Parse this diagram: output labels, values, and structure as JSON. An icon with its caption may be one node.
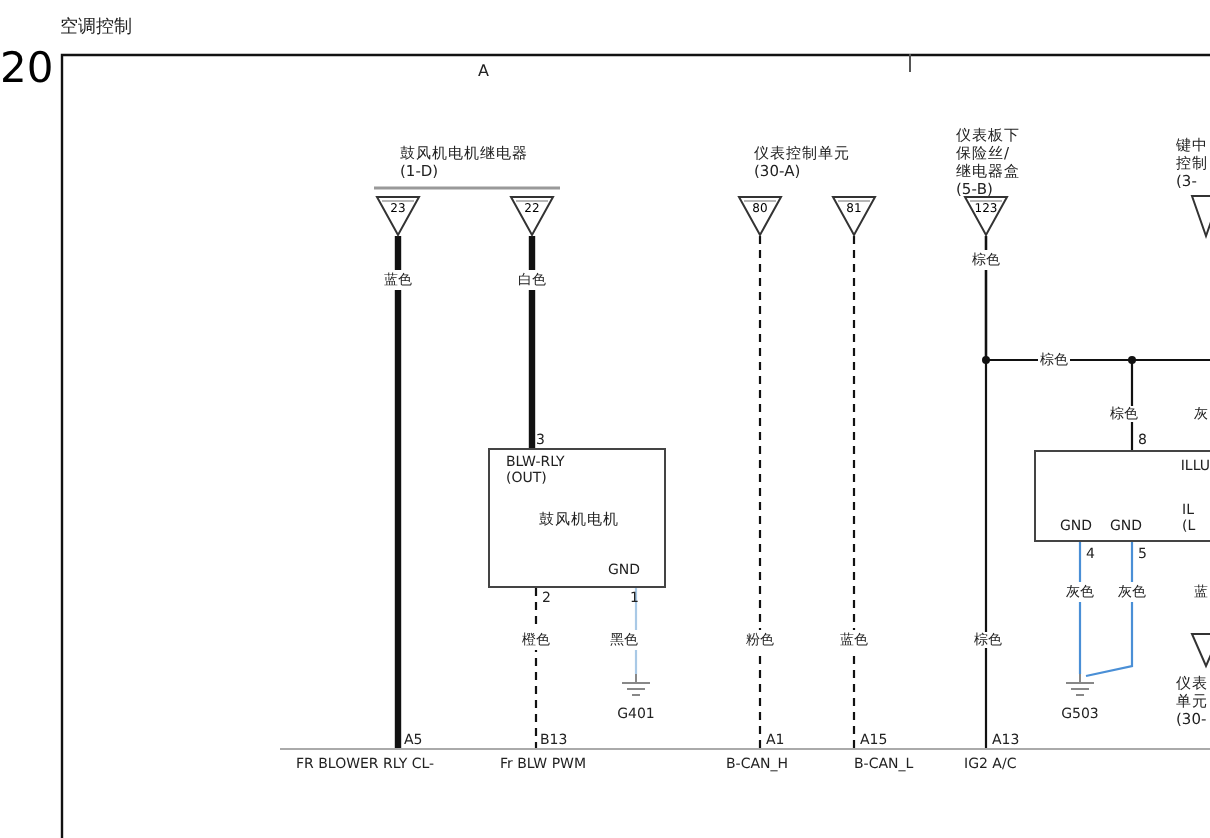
{
  "diagram": {
    "title": "空调控制",
    "nodes": [
      {
        "text": [
          "23"
        ]
      },
      {
        "text": [
          "22"
        ]
      },
      {
        "text": [
          "80"
        ]
      },
      {
        "text": [
          "81"
        ]
      },
      {
        "text": [
          "123"
        ]
      },
      {
        "text": [
          "BLW-RLY (OUT)",
          "鼓风机电机",
          "GND"
        ]
      },
      {
        "text": [
          "ILLU",
          "GND",
          "GND",
          "IL (L"
        ]
      },
      {
        "text": [],
        "shape": "ground",
        "beside": [
          "G401"
        ]
      },
      {
        "text": [],
        "shape": "ground",
        "beside": [
          "G503"
        ]
      },
      {
        "text": [
          "FR BLOWER RLY CL-",
          "Fr BLW PWM",
          "B-CAN_H",
          "B-CAN_L",
          "IG2 A/C"
        ]
      }
    ],
    "edges": [
      {
        "from": 0,
        "to": 9,
        "arrow": "none",
        "label": "蓝色",
        "style": "thick"
      },
      {
        "from": 1,
        "to": 5,
        "arrow": "none",
        "label": "白色",
        "style": "thick"
      },
      {
        "from": 5,
        "to": 9,
        "arrow": "none",
        "label": "橙色",
        "style": "dashed"
      },
      {
        "from": 5,
        "to": 7,
        "arrow": "none",
        "label": "黑色",
        "color": "#a9c9e6"
      },
      {
        "from": 2,
        "to": 9,
        "arrow": "none",
        "label": "粉色",
        "style": "dashed"
      },
      {
        "from": 3,
        "to": 9,
        "arrow": "none",
        "label": "蓝色",
        "style": "dashed"
      },
      {
        "from": 4,
        "to": 9,
        "arrow": "none",
        "label": "棕色"
      },
      {
        "from": 4,
        "to": 6,
        "arrow": "none",
        "label": "棕色"
      },
      {
        "from": 4,
        "to": null,
        "arrow": "none"
      },
      {
        "from": 6,
        "to": 8,
        "arrow": "none",
        "label": "灰色",
        "color": "#4a8fd6"
      },
      {
        "from": 6,
        "to": 8,
        "arrow": "none",
        "label": "灰色",
        "color": "#4a8fd6"
      }
    ],
    "labels": [
      "20",
      "A",
      "鼓风机电机继电器(1-D)",
      "仪表控制单元(30-A)",
      "仪表板下保险丝/继电器盒(5-B)",
      "键中控制(3-",
      "棕色",
      "灰",
      "3",
      "8",
      "2",
      "1",
      "4",
      "5",
      "蓝",
      "棕色",
      "仪表单元(30-",
      "A5",
      "B13",
      "A1",
      "A15",
      "A13"
    ]
  }
}
